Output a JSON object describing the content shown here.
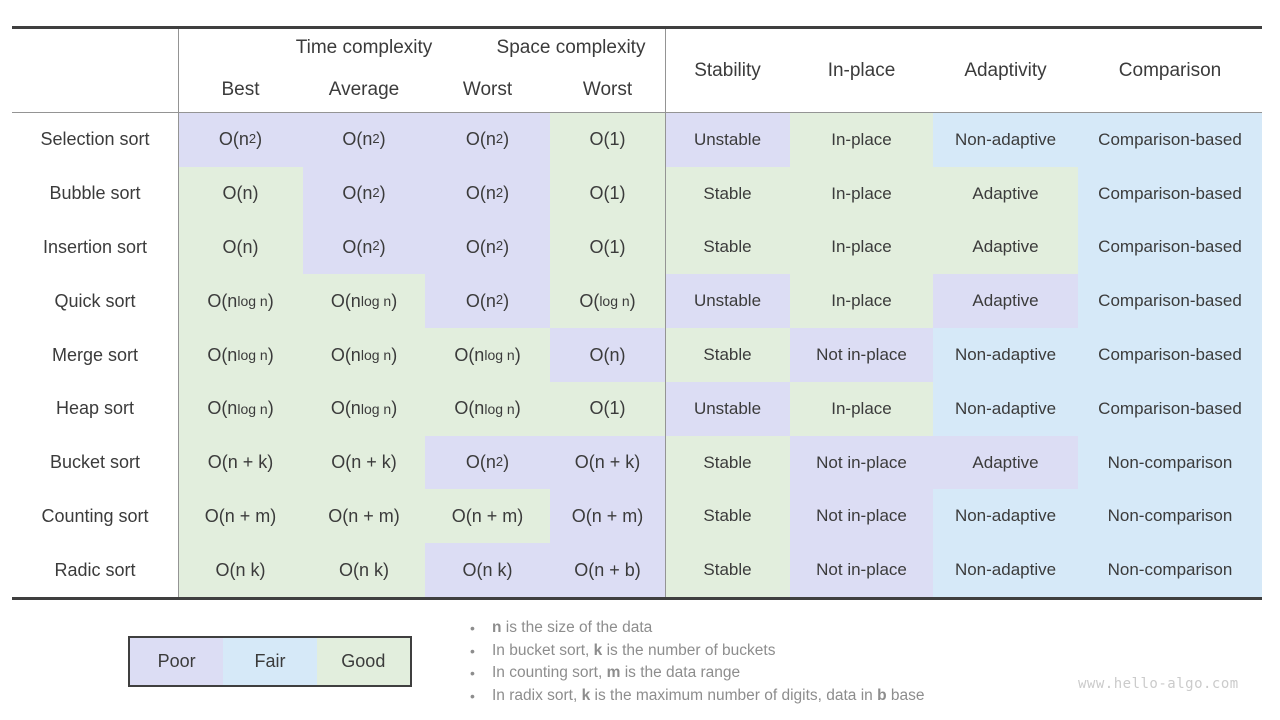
{
  "colors": {
    "poor": "#dcddf4",
    "fair": "#d6e9f8",
    "good": "#e2eedd",
    "text": "#3b3b3b",
    "line_dark": "#3f3f3f",
    "line_mid": "#949494",
    "note_text": "#8d8d8d",
    "watermark_text": "#cbcbcb"
  },
  "chart_data": {
    "type": "table",
    "group_headers": [
      {
        "label": "Time complexity",
        "spans": [
          "Best",
          "Average",
          "Worst"
        ]
      },
      {
        "label": "Space complexity",
        "spans": [
          "Worst"
        ]
      }
    ],
    "sub_headers": [
      "Best",
      "Average",
      "Worst",
      "Worst"
    ],
    "attribute_headers": [
      "Stability",
      "In-place",
      "Adaptivity",
      "Comparison"
    ],
    "column_keys": [
      "time-best",
      "time-average",
      "time-worst",
      "space-worst",
      "stability",
      "in-place",
      "adaptivity",
      "comparison"
    ],
    "rating_scale": [
      "Poor",
      "Fair",
      "Good"
    ],
    "rows": [
      {
        "algorithm": "Selection sort",
        "cells": [
          {
            "value": "O(n^2)",
            "rating": "poor"
          },
          {
            "value": "O(n^2)",
            "rating": "poor"
          },
          {
            "value": "O(n^2)",
            "rating": "poor"
          },
          {
            "value": "O(1)",
            "rating": "good"
          },
          {
            "value": "Unstable",
            "rating": "poor"
          },
          {
            "value": "In-place",
            "rating": "good"
          },
          {
            "value": "Non-adaptive",
            "rating": "fair"
          },
          {
            "value": "Comparison-based",
            "rating": "fair"
          }
        ]
      },
      {
        "algorithm": "Bubble sort",
        "cells": [
          {
            "value": "O(n)",
            "rating": "good"
          },
          {
            "value": "O(n^2)",
            "rating": "poor"
          },
          {
            "value": "O(n^2)",
            "rating": "poor"
          },
          {
            "value": "O(1)",
            "rating": "good"
          },
          {
            "value": "Stable",
            "rating": "good"
          },
          {
            "value": "In-place",
            "rating": "good"
          },
          {
            "value": "Adaptive",
            "rating": "good"
          },
          {
            "value": "Comparison-based",
            "rating": "fair"
          }
        ]
      },
      {
        "algorithm": "Insertion sort",
        "cells": [
          {
            "value": "O(n)",
            "rating": "good"
          },
          {
            "value": "O(n^2)",
            "rating": "poor"
          },
          {
            "value": "O(n^2)",
            "rating": "poor"
          },
          {
            "value": "O(1)",
            "rating": "good"
          },
          {
            "value": "Stable",
            "rating": "good"
          },
          {
            "value": "In-place",
            "rating": "good"
          },
          {
            "value": "Adaptive",
            "rating": "good"
          },
          {
            "value": "Comparison-based",
            "rating": "fair"
          }
        ]
      },
      {
        "algorithm": "Quick sort",
        "cells": [
          {
            "value": "O(n log n)",
            "rating": "good"
          },
          {
            "value": "O(n log n)",
            "rating": "good"
          },
          {
            "value": "O(n^2)",
            "rating": "poor"
          },
          {
            "value": "O(log n)",
            "rating": "good"
          },
          {
            "value": "Unstable",
            "rating": "poor"
          },
          {
            "value": "In-place",
            "rating": "good"
          },
          {
            "value": "Adaptive",
            "rating": "poor"
          },
          {
            "value": "Comparison-based",
            "rating": "fair"
          }
        ]
      },
      {
        "algorithm": "Merge sort",
        "cells": [
          {
            "value": "O(n log n)",
            "rating": "good"
          },
          {
            "value": "O(n log n)",
            "rating": "good"
          },
          {
            "value": "O(n log n)",
            "rating": "good"
          },
          {
            "value": "O(n)",
            "rating": "poor"
          },
          {
            "value": "Stable",
            "rating": "good"
          },
          {
            "value": "Not in-place",
            "rating": "poor"
          },
          {
            "value": "Non-adaptive",
            "rating": "fair"
          },
          {
            "value": "Comparison-based",
            "rating": "fair"
          }
        ]
      },
      {
        "algorithm": "Heap sort",
        "cells": [
          {
            "value": "O(n log n)",
            "rating": "good"
          },
          {
            "value": "O(n log n)",
            "rating": "good"
          },
          {
            "value": "O(n log n)",
            "rating": "good"
          },
          {
            "value": "O(1)",
            "rating": "good"
          },
          {
            "value": "Unstable",
            "rating": "poor"
          },
          {
            "value": "In-place",
            "rating": "good"
          },
          {
            "value": "Non-adaptive",
            "rating": "fair"
          },
          {
            "value": "Comparison-based",
            "rating": "fair"
          }
        ]
      },
      {
        "algorithm": "Bucket sort",
        "cells": [
          {
            "value": "O(n + k)",
            "rating": "good"
          },
          {
            "value": "O(n + k)",
            "rating": "good"
          },
          {
            "value": "O(n^2)",
            "rating": "poor"
          },
          {
            "value": "O(n + k)",
            "rating": "poor"
          },
          {
            "value": "Stable",
            "rating": "good"
          },
          {
            "value": "Not in-place",
            "rating": "poor"
          },
          {
            "value": "Adaptive",
            "rating": "poor"
          },
          {
            "value": "Non-comparison",
            "rating": "fair"
          }
        ]
      },
      {
        "algorithm": "Counting sort",
        "cells": [
          {
            "value": "O(n + m)",
            "rating": "good"
          },
          {
            "value": "O(n + m)",
            "rating": "good"
          },
          {
            "value": "O(n + m)",
            "rating": "good"
          },
          {
            "value": "O(n + m)",
            "rating": "poor"
          },
          {
            "value": "Stable",
            "rating": "good"
          },
          {
            "value": "Not in-place",
            "rating": "poor"
          },
          {
            "value": "Non-adaptive",
            "rating": "fair"
          },
          {
            "value": "Non-comparison",
            "rating": "fair"
          }
        ]
      },
      {
        "algorithm": "Radic sort",
        "cells": [
          {
            "value": "O(n k)",
            "rating": "good"
          },
          {
            "value": "O(n k)",
            "rating": "good"
          },
          {
            "value": "O(n k)",
            "rating": "poor"
          },
          {
            "value": "O(n + b)",
            "rating": "poor"
          },
          {
            "value": "Stable",
            "rating": "good"
          },
          {
            "value": "Not in-place",
            "rating": "poor"
          },
          {
            "value": "Non-adaptive",
            "rating": "fair"
          },
          {
            "value": "Non-comparison",
            "rating": "fair"
          }
        ]
      }
    ]
  },
  "legend": {
    "items": [
      {
        "label": "Poor",
        "rating": "poor"
      },
      {
        "label": "Fair",
        "rating": "fair"
      },
      {
        "label": "Good",
        "rating": "good"
      }
    ]
  },
  "notes": [
    "**n** is the size of the data",
    "In bucket sort, **k** is the number of buckets",
    "In counting sort, **m** is the data range",
    "In radix sort, **k** is the maximum number of digits, data in **b** base"
  ],
  "watermark": "www.hello-algo.com"
}
